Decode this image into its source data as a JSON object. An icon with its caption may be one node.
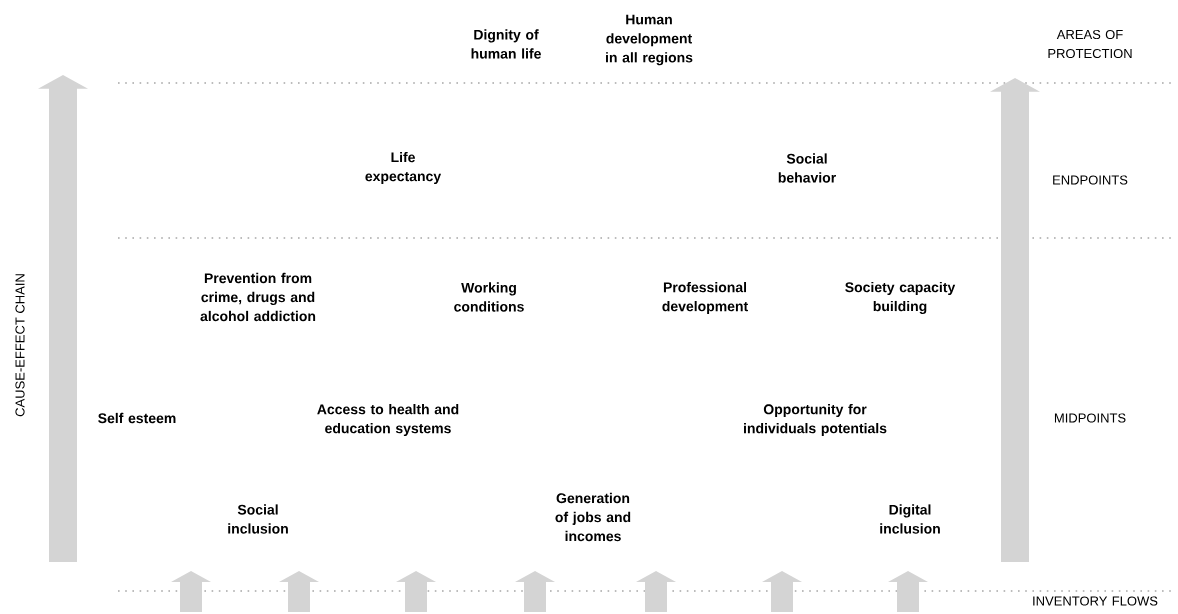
{
  "diagram": {
    "labels": [
      "Dignity of human life",
      "Human development in all regions",
      "AREAS OF PROTECTION",
      "Life expectancy",
      "Social behavior",
      "ENDPOINTS",
      "CAUSE-EFFECT CHAIN",
      "Prevention from crime, drugs and alcohol addiction",
      "Working conditions",
      "Professional development",
      "Society capacity building",
      "Self esteem",
      "Access to health and education systems",
      "Opportunity for individuals potentials",
      "MIDPOINTS",
      "Social inclusion",
      "Generation of jobs and incomes",
      "Digital inclusion",
      "INVENTORY FLOWS"
    ]
  }
}
